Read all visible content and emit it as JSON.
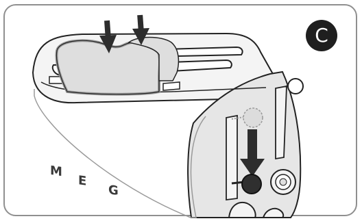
{
  "step": {
    "letter": "C"
  },
  "brand": {
    "letters": [
      "M",
      "E",
      "G"
    ]
  },
  "colors": {
    "frame_border": "#8f8f8f",
    "toaster_body": "#e9e9e9",
    "toaster_outline": "#222222",
    "bread": "#dedede",
    "crust": "#9a9a9a",
    "arrow": "#2d2d2d",
    "lever_knob": "#2f2f2f",
    "ghost_knob": "#dcdcdc",
    "badge": "#1f1f1f"
  },
  "icons": {
    "step_badge": "step-c-badge",
    "press_arrows": "down-arrow-icon",
    "lever": "lever-icon"
  }
}
